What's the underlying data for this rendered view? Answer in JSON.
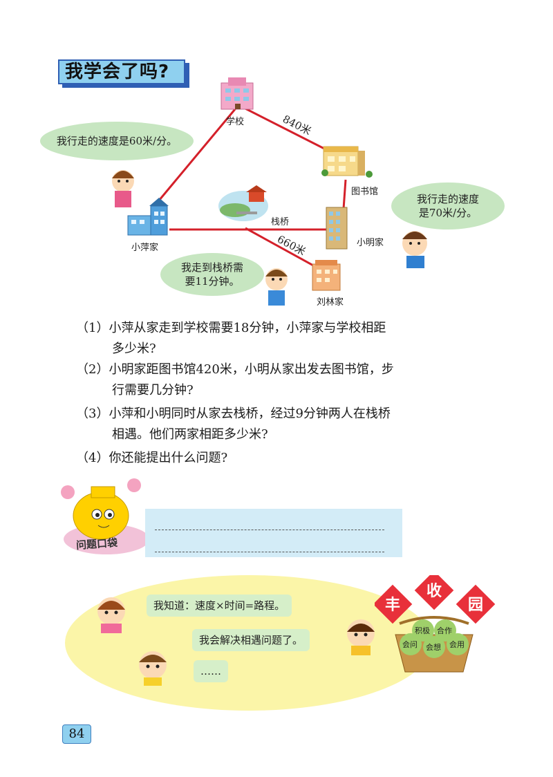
{
  "section_title": "我学会了吗?",
  "map": {
    "places": {
      "school": "学校",
      "library": "图书馆",
      "bridge": "栈桥",
      "xiaoping_home": "小萍家",
      "xiaoming_home": "小明家",
      "liulin_home": "刘林家"
    },
    "distances": {
      "school_library": "840米",
      "bridge_liulin": "660米"
    },
    "speech": {
      "xiaoping": "我行走的速度是60米/分。",
      "xiaoming_line1": "我行走的速度",
      "xiaoming_line2": "是70米/分。",
      "liulin_line1": "我走到栈桥需",
      "liulin_line2": "要11分钟。"
    }
  },
  "questions": [
    {
      "num": "（1）",
      "line1": "小萍从家走到学校需要18分钟，小萍家与学校相距",
      "line2": "多少米?"
    },
    {
      "num": "（2）",
      "line1": "小明家距图书馆420米，小明从家出发去图书馆，步",
      "line2": "行需要几分钟?"
    },
    {
      "num": "（3）",
      "line1": "小萍和小明同时从家去栈桥，经过9分钟两人在栈桥",
      "line2": "相遇。他们两家相距多少米?"
    },
    {
      "num": "（4）",
      "line1": "你还能提出什么问题?",
      "line2": ""
    }
  ],
  "pocket": {
    "label": "问题口袋"
  },
  "harvest": {
    "speech1": "我知道：速度×时间=路程。",
    "speech2": "我会解决相遇问题了。",
    "speech3": "……",
    "badge_chars": [
      "丰",
      "收",
      "园"
    ],
    "basket_items": [
      "积极",
      "合作",
      "会问",
      "会想",
      "会用"
    ]
  },
  "page_number": "84",
  "colors": {
    "route": "#d4202a",
    "title_bg": "#8fd0ef",
    "bubble": "#c7e6c1",
    "harvest_bg": "#fbf5a8",
    "badge": "#e8303a"
  }
}
